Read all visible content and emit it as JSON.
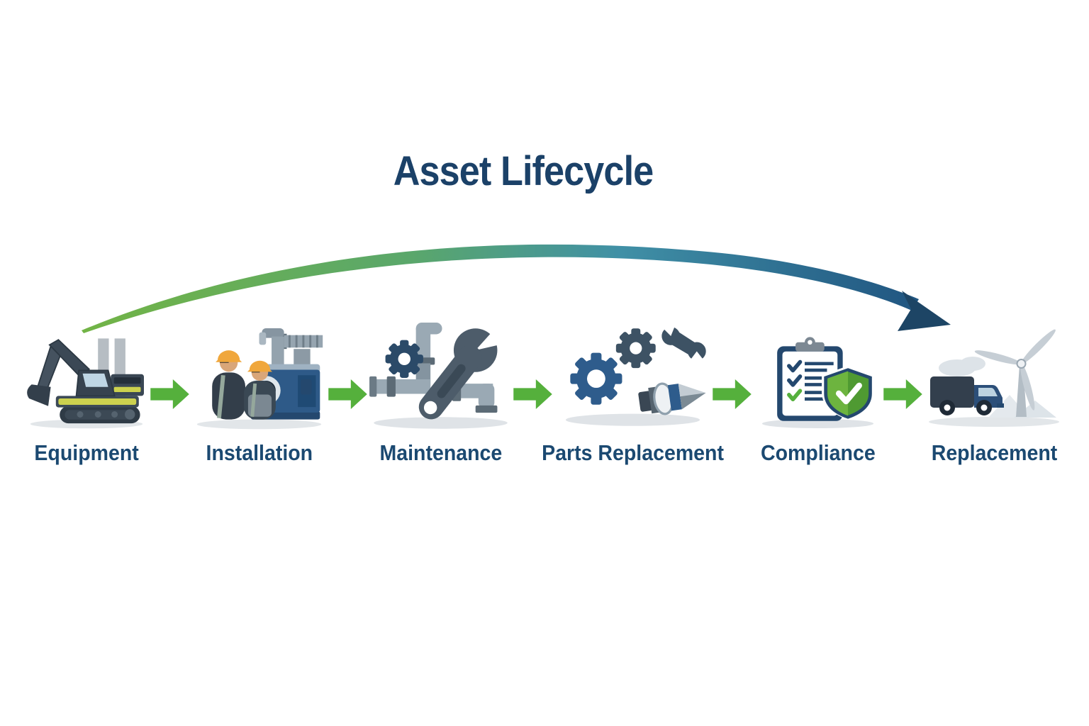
{
  "title": "Asset Lifecycle",
  "stages": [
    {
      "label": "Equipment",
      "icon": "excavator-icon"
    },
    {
      "label": "Installation",
      "icon": "workers-installing-machine-icon"
    },
    {
      "label": "Maintenance",
      "icon": "wrench-gear-pipes-icon"
    },
    {
      "label": "Parts Replacement",
      "icon": "gears-drill-bit-icon"
    },
    {
      "label": "Compliance",
      "icon": "checklist-shield-icon"
    },
    {
      "label": "Replacement",
      "icon": "truck-wind-turbine-icon"
    }
  ],
  "flow": {
    "curve_arrow": "lifecycle-curve-arrow",
    "step_arrow": "green-right-arrow"
  },
  "colors": {
    "background": "#ffffff",
    "title_text": "#1b4168",
    "label_text": "#1b4971",
    "step_arrow_green": "#55b03c",
    "curve_gradient_start": "#72b446",
    "curve_gradient_mid": "#4090a6",
    "curve_gradient_end": "#1d4f7d",
    "curve_arrowhead": "#1d4565"
  }
}
